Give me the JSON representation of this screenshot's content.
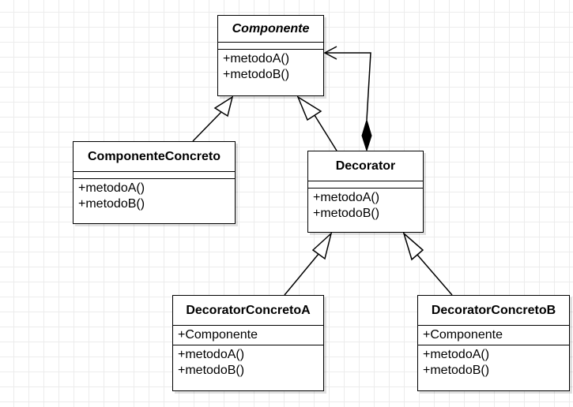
{
  "classes": {
    "componente": {
      "name": "Componente",
      "attributes": [],
      "methods": [
        "+metodoA()",
        "+metodoB()"
      ]
    },
    "componente_concreto": {
      "name": "ComponenteConcreto",
      "attributes": [],
      "methods": [
        "+metodoA()",
        "+metodoB()"
      ]
    },
    "decorator": {
      "name": "Decorator",
      "attributes": [],
      "methods": [
        "+metodoA()",
        "+metodoB()"
      ]
    },
    "decorator_concreto_a": {
      "name": "DecoratorConcretoA",
      "attributes": [
        "+Componente"
      ],
      "methods": [
        "+metodoA()",
        "+metodoB()"
      ]
    },
    "decorator_concreto_b": {
      "name": "DecoratorConcretoB",
      "attributes": [
        "+Componente"
      ],
      "methods": [
        "+metodoA()",
        "+metodoB()"
      ]
    }
  },
  "relationships": [
    {
      "type": "generalization",
      "from": "ComponenteConcreto",
      "to": "Componente"
    },
    {
      "type": "generalization",
      "from": "Decorator",
      "to": "Componente"
    },
    {
      "type": "composition",
      "from": "Decorator",
      "to": "Componente"
    },
    {
      "type": "generalization",
      "from": "DecoratorConcretoA",
      "to": "Decorator"
    },
    {
      "type": "generalization",
      "from": "DecoratorConcretoB",
      "to": "Decorator"
    }
  ],
  "colors": {
    "line": "#000000",
    "background": "#ffffff",
    "grid": "#ececec"
  }
}
